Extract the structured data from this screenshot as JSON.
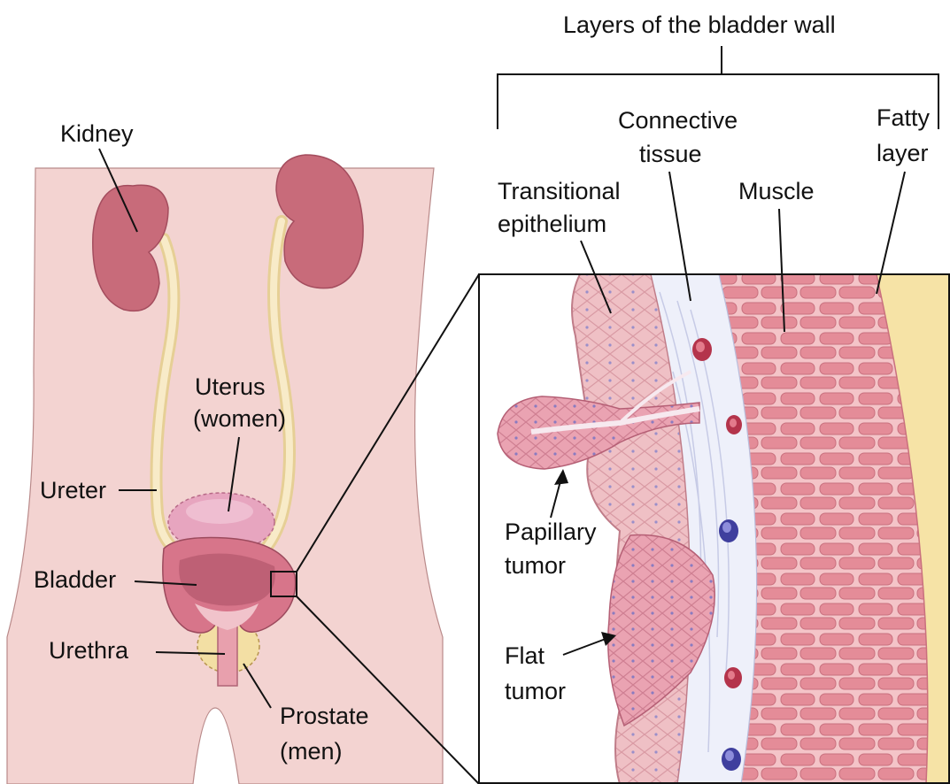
{
  "bracket_title": "Layers of the bladder wall",
  "labels": {
    "kidney": "Kidney",
    "uterus": [
      "Uterus",
      "(women)"
    ],
    "ureter": "Ureter",
    "bladder": "Bladder",
    "urethra": "Urethra",
    "prostate": [
      "Prostate",
      "(men)"
    ],
    "connective_tissue": [
      "Connective",
      "tissue"
    ],
    "fatty_layer": [
      "Fatty",
      "layer"
    ],
    "transitional_epithelium": [
      "Transitional",
      "epithelium"
    ],
    "muscle": "Muscle",
    "papillary_tumor": [
      "Papillary",
      "tumor"
    ],
    "flat_tumor": [
      "Flat",
      "tumor"
    ]
  },
  "colors": {
    "body": "#f3d3d1",
    "kidney": "#c86b7a",
    "ureter": "#f5e4b8",
    "bladder": "#d7758a",
    "epithelium": "#f0c2c6",
    "connective": "#eef0fa",
    "muscle": "#e8919c",
    "fat": "#f6e3a6",
    "tumor": "#eba6b4"
  }
}
